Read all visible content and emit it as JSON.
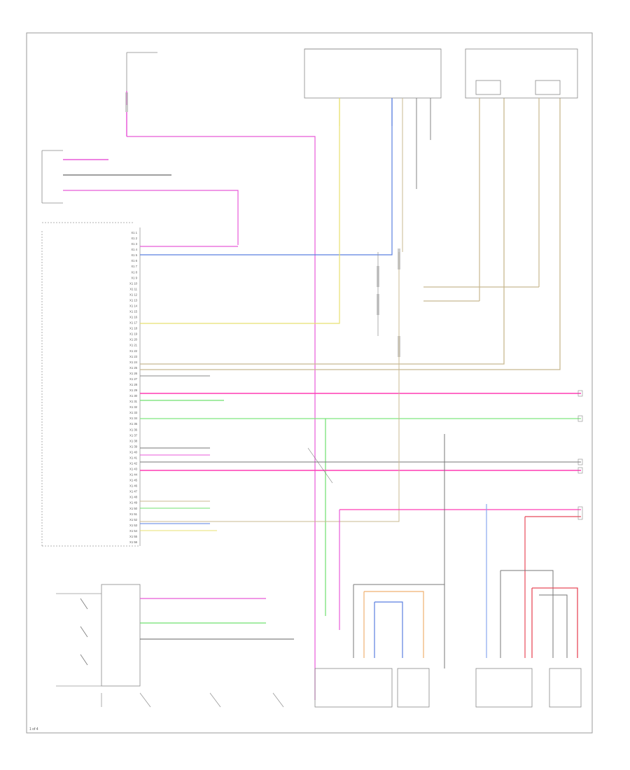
{
  "page": {
    "footer": "1 of 4"
  },
  "colors": {
    "pink": "#e85ad8",
    "blue": "#5a7fe0",
    "yellow": "#e8e070",
    "green": "#6fe06f",
    "red": "#e84a5a",
    "orange": "#f0b070",
    "tan": "#c8b890",
    "gray": "#777777",
    "magenta": "#ff3cb4",
    "lightgreen": "#7fe87f",
    "lightblue": "#8aa8f0"
  },
  "module": {
    "pins": [
      "X1 1",
      "X1 2",
      "X1 3",
      "X1 4",
      "X1 5",
      "X1 6",
      "X1 7",
      "X1 8",
      "X1 9",
      "X1 10",
      "X1 11",
      "X1 12",
      "X1 13",
      "X1 14",
      "X1 15",
      "X1 16",
      "X1 17",
      "X1 18",
      "X1 19",
      "X1 20",
      "X1 21",
      "X1 22",
      "X1 23",
      "X1 24",
      "X1 25",
      "X1 26",
      "X1 27",
      "X1 28",
      "X1 29",
      "X1 30",
      "X1 31",
      "X1 32",
      "X1 33",
      "X1 34",
      "X1 35",
      "X1 36",
      "X1 37",
      "X1 38",
      "X1 39",
      "X1 40",
      "X1 41",
      "X1 42",
      "X1 43",
      "X1 44",
      "X1 45",
      "X1 46",
      "X1 47",
      "X1 48",
      "X1 49",
      "X1 50",
      "X1 51",
      "X1 52",
      "X1 53",
      "X1 54",
      "X1 55",
      "X1 56"
    ]
  }
}
